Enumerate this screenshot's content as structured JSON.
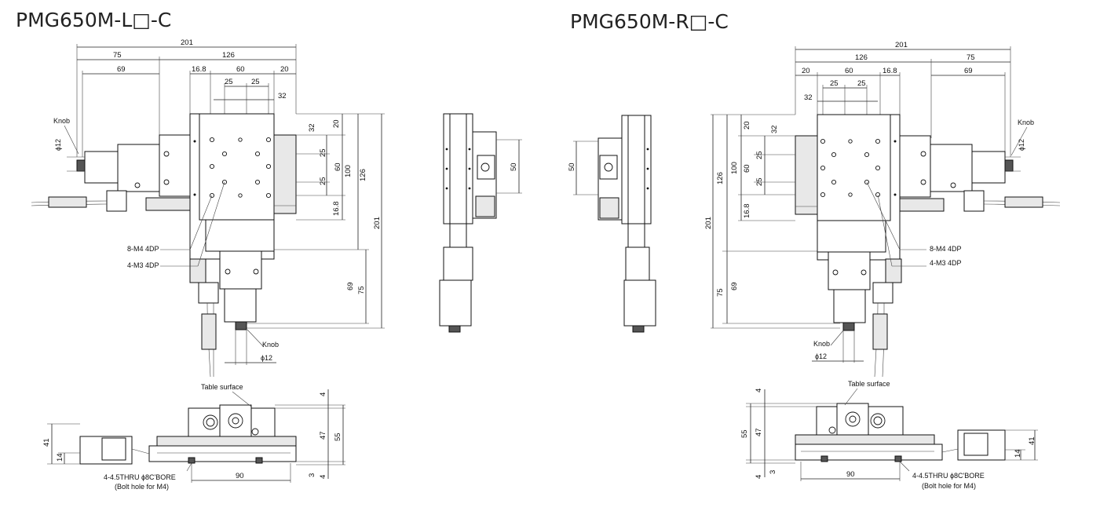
{
  "titles": {
    "left": "PMG650M-L□-C",
    "right": "PMG650M-R□-C"
  },
  "dimensions": {
    "d201": "201",
    "d75": "75",
    "d126": "126",
    "d69": "69",
    "d16_8": "16.8",
    "d60": "60",
    "d20": "20",
    "d25": "25",
    "d32": "32",
    "d100": "100",
    "d50": "50",
    "d4": "4",
    "d47": "47",
    "d55": "55",
    "d41": "41",
    "d14": "14",
    "d3": "3",
    "d90": "90"
  },
  "labels": {
    "knob": "Knob",
    "phi12": "ϕ12",
    "m4": "8-M4 4DP",
    "m3": "4-M3 4DP",
    "table_surface": "Table surface",
    "bolt_thru": "4-4.5THRU ϕ8C'BORE",
    "bolt_note": "(Bolt hole for M4)"
  }
}
